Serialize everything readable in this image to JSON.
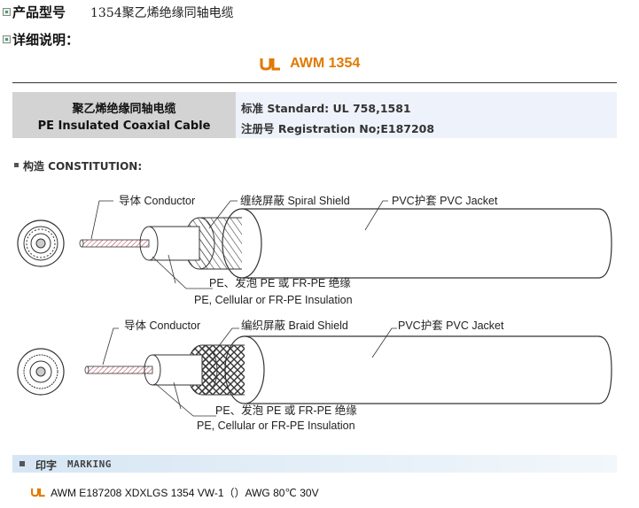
{
  "product": {
    "label": "产品型号",
    "value": "1354聚乙烯绝缘同轴电缆"
  },
  "details": {
    "label": "详细说明："
  },
  "logo": {
    "mark": "UL",
    "text": "AWM 1354"
  },
  "standard_box": {
    "name_cn": "聚乙烯绝缘同轴电缆",
    "name_en": "PE Insulated Coaxial Cable",
    "standard": "标准  Standard: UL 758,1581",
    "registration": "注册号  Registration No;E187208"
  },
  "construction": {
    "title": "构造  CONSTITUTION:"
  },
  "diagram1": {
    "conductor": "导体 Conductor",
    "shield": "缠绕屏蔽 Spiral Shield",
    "jacket": "PVC护套 PVC Jacket",
    "insulation_cn": "PE、发泡 PE 或 FR-PE 绝缘",
    "insulation_en": "PE, Cellular or FR-PE Insulation"
  },
  "diagram2": {
    "conductor": "导体 Conductor",
    "shield": "编织屏蔽 Braid Shield",
    "jacket": "PVC护套 PVC Jacket",
    "insulation_cn": "PE、发泡 PE 或 FR-PE 绝缘",
    "insulation_en": "PE, Cellular or FR-PE Insulation"
  },
  "marking": {
    "title_cn": "印字",
    "title_en": "MARKING",
    "text": "AWM E187208 XDXLGS 1354 VW-1（）AWG 80℃ 30V"
  },
  "colors": {
    "brand": "#e07a00",
    "label_bar": "#d3d3d3",
    "info_bar": "#eef3fb"
  }
}
